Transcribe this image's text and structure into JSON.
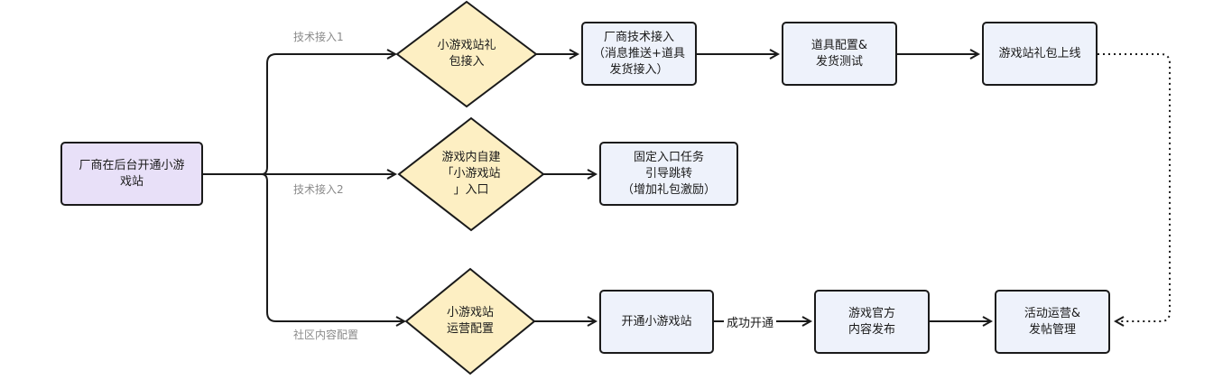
{
  "nodes": {
    "start": "厂商在后台开通小游\n戏站",
    "diamond_gift": "小游戏站礼\n包接入",
    "diamond_entry": "游戏内自建\n「小游戏站\n」入口",
    "diamond_ops": "小游戏站\n运营配置",
    "vendor_tech": "厂商技术接入\n（消息推送+道具\n发货接入）",
    "item_config": "道具配置&\n发货测试",
    "gift_online": "游戏站礼包上线",
    "fixed_entry": "固定入口任务\n引导跳转\n（增加礼包激励）",
    "open_station": "开通小游戏站",
    "official_content": "游戏官方\n内容发布",
    "activity_ops": "活动运营&\n发帖管理"
  },
  "labels": {
    "branch1": "技术接入1",
    "branch2": "技术接入2",
    "branch3": "社区内容配置",
    "success": "成功开通"
  },
  "colors": {
    "start_fill": "#e8e0f8",
    "step_fill": "#eef2fb",
    "diamond_fill": "#fdefc3",
    "stroke": "#1a1a1a",
    "branch_label": "#8a8a8a"
  }
}
